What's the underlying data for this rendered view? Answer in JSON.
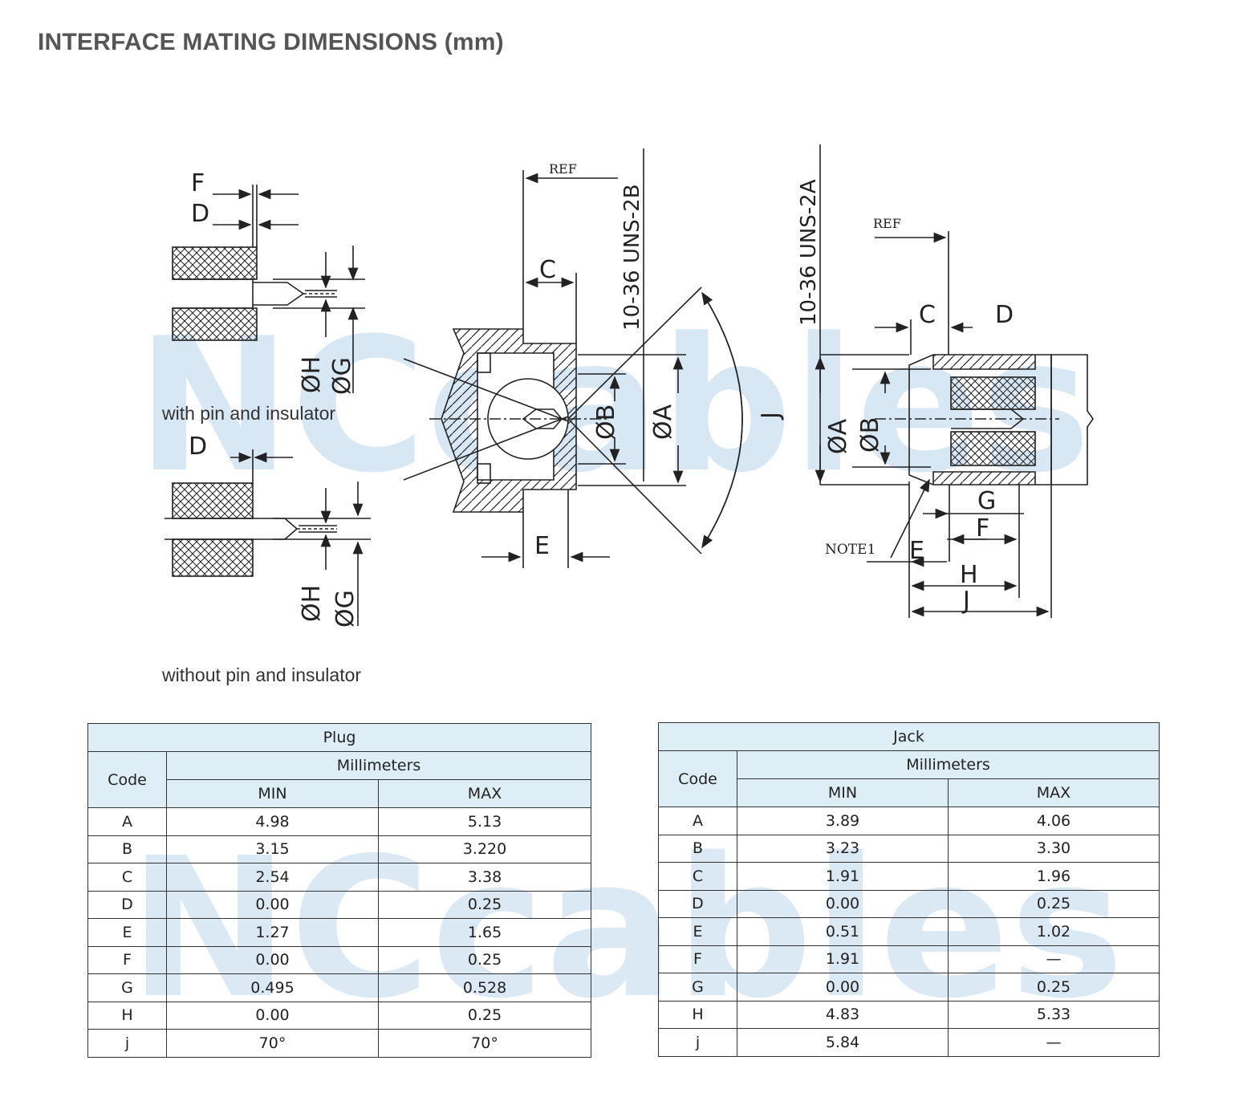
{
  "title": "INTERFACE MATING DIMENSIONS (mm)",
  "captions": {
    "with_pin": "with pin and insulator",
    "without_pin": "without pin and insulator"
  },
  "drawing_labels": {
    "F": "F",
    "D": "D",
    "C": "C",
    "E": "E",
    "G": "G",
    "H": "H",
    "J": "J",
    "phiH": "ØH",
    "phiG": "ØG",
    "phiA": "ØA",
    "phiB": "ØB",
    "ref": "REF",
    "thread_jack": "10-36 UNS-2B",
    "thread_plug": "10-36 UNS-2A",
    "note": "NOTE1",
    "watermark": "NCcables"
  },
  "plug_table": {
    "title": "Plug",
    "code_header": "Code",
    "units": "Millimeters",
    "min_header": "MIN",
    "max_header": "MAX",
    "rows": [
      {
        "code": "A",
        "min": "4.98",
        "max": "5.13"
      },
      {
        "code": "B",
        "min": "3.15",
        "max": "3.220"
      },
      {
        "code": "C",
        "min": "2.54",
        "max": "3.38"
      },
      {
        "code": "D",
        "min": "0.00",
        "max": "0.25"
      },
      {
        "code": "E",
        "min": "1.27",
        "max": "1.65"
      },
      {
        "code": "F",
        "min": "0.00",
        "max": "0.25"
      },
      {
        "code": "G",
        "min": "0.495",
        "max": "0.528"
      },
      {
        "code": "H",
        "min": "0.00",
        "max": "0.25"
      },
      {
        "code": "j",
        "min": "70°",
        "max": "70°"
      }
    ]
  },
  "jack_table": {
    "title": "Jack",
    "code_header": "Code",
    "units": "Millimeters",
    "min_header": "MIN",
    "max_header": "MAX",
    "rows": [
      {
        "code": "A",
        "min": "3.89",
        "max": "4.06"
      },
      {
        "code": "B",
        "min": "3.23",
        "max": "3.30"
      },
      {
        "code": "C",
        "min": "1.91",
        "max": "1.96"
      },
      {
        "code": "D",
        "min": "0.00",
        "max": "0.25"
      },
      {
        "code": "E",
        "min": "0.51",
        "max": "1.02"
      },
      {
        "code": "F",
        "min": "1.91",
        "max": "—"
      },
      {
        "code": "G",
        "min": "0.00",
        "max": "0.25"
      },
      {
        "code": "H",
        "min": "4.83",
        "max": "5.33"
      },
      {
        "code": "j",
        "min": "5.84",
        "max": "—"
      }
    ]
  }
}
